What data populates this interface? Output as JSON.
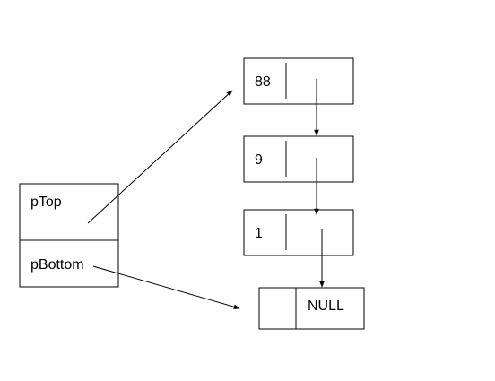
{
  "stack": {
    "top_label": "pTop",
    "bottom_label": "pBottom"
  },
  "nodes": [
    {
      "value": "88"
    },
    {
      "value": "9"
    },
    {
      "value": "1"
    }
  ],
  "null_node": {
    "label": "NULL"
  }
}
